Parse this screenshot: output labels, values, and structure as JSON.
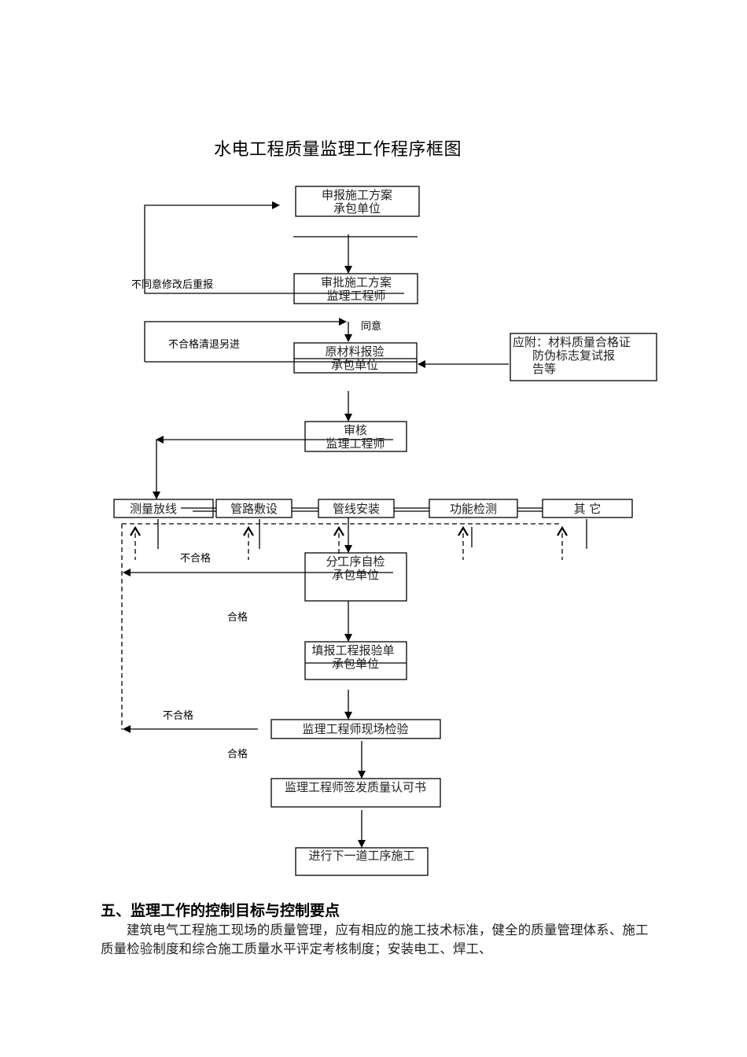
{
  "document": {
    "title": "水电工程质量监理工作程序框图",
    "flowchart": {
      "boxes": {
        "submit_plan": {
          "line1": "申报施工方案",
          "line2": "承包单位"
        },
        "approve_plan": {
          "line1": "审批施工方案",
          "line2": "监理工程师"
        },
        "material_report": {
          "line1": "原材料报验",
          "line2": "承包单位"
        },
        "attachment": {
          "line1": "应附：材料质量合格证",
          "line2": "防伪标志复试报",
          "line3": "告等"
        },
        "review": {
          "line1": "审核",
          "line2": "监理工程师"
        },
        "stages": [
          "测量放线",
          "管路敷设",
          "管线安装",
          "功能检测",
          "其 它"
        ],
        "self_check": {
          "line1": "分工序自检",
          "line2": "承包单位"
        },
        "fill_report": {
          "line1": "填报工程报验单",
          "line2": "承包单位"
        },
        "site_inspection": {
          "line1": "监理工程师现场检验"
        },
        "certificate": {
          "line1": "监理工程师签发质量认可书"
        },
        "next_process": {
          "line1": "进行下一道工序施工"
        }
      },
      "labels": {
        "disagree_resubmit": "不同意修改后重报",
        "agree": "同意",
        "reject_replace": "不合格清退另进",
        "fail_1": "不合格",
        "pass_1": "合格",
        "fail_2": "不合格",
        "pass_2": "合格"
      }
    },
    "section": {
      "heading": "五、监理工作的控制目标与控制要点",
      "paragraph": "建筑电气工程施工现场的质量管理，应有相应的施工技术标准，健全的质量管理体系、施工质量检验制度和综合施工质量水平评定考核制度；安装电工、焊工、"
    }
  }
}
